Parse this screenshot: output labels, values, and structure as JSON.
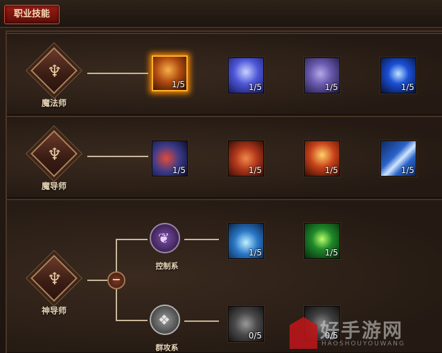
{
  "header": {
    "tab_label": "职业技能"
  },
  "classes": [
    {
      "name": "魔法师"
    },
    {
      "name": "魔导师"
    },
    {
      "name": "神导师"
    }
  ],
  "branches": [
    {
      "name": "控制系"
    },
    {
      "name": "群攻系"
    }
  ],
  "toggle_symbol": "−",
  "rows": {
    "mage": [
      {
        "level": "1/5",
        "icon": "fire-orb-icon",
        "color": "#c45a12"
      },
      {
        "level": "1/5",
        "icon": "tornado-icon",
        "color": "#4d56d8"
      },
      {
        "level": "1/5",
        "icon": "dark-beast-icon",
        "color": "#6a5ab0"
      },
      {
        "level": "1/5",
        "icon": "energy-orb-icon",
        "color": "#1b4fd6"
      }
    ],
    "archmage": [
      {
        "level": "1/5",
        "icon": "dragon-icon",
        "color": "#3a3a8a"
      },
      {
        "level": "1/5",
        "icon": "flame-beast-icon",
        "color": "#b2381b"
      },
      {
        "level": "1/5",
        "icon": "fire-hands-icon",
        "color": "#c8421a"
      },
      {
        "level": "1/5",
        "icon": "ice-shards-icon",
        "color": "#2a63c9"
      }
    ],
    "control": [
      {
        "level": "1/5",
        "icon": "ice-crystal-icon",
        "color": "#2a78c8"
      },
      {
        "level": "1/5",
        "icon": "poison-skull-icon",
        "color": "#1f8a2a"
      }
    ],
    "aoe": [
      {
        "level": "0/5",
        "icon": "locked-swirl-icon",
        "color": "#4a4a4a"
      },
      {
        "level": "0/5",
        "icon": "locked-shield-icon",
        "color": "#4a4a4a"
      }
    ]
  },
  "watermark": {
    "text": "好手游网",
    "sub": "HAOSHOUYOUWANG"
  }
}
